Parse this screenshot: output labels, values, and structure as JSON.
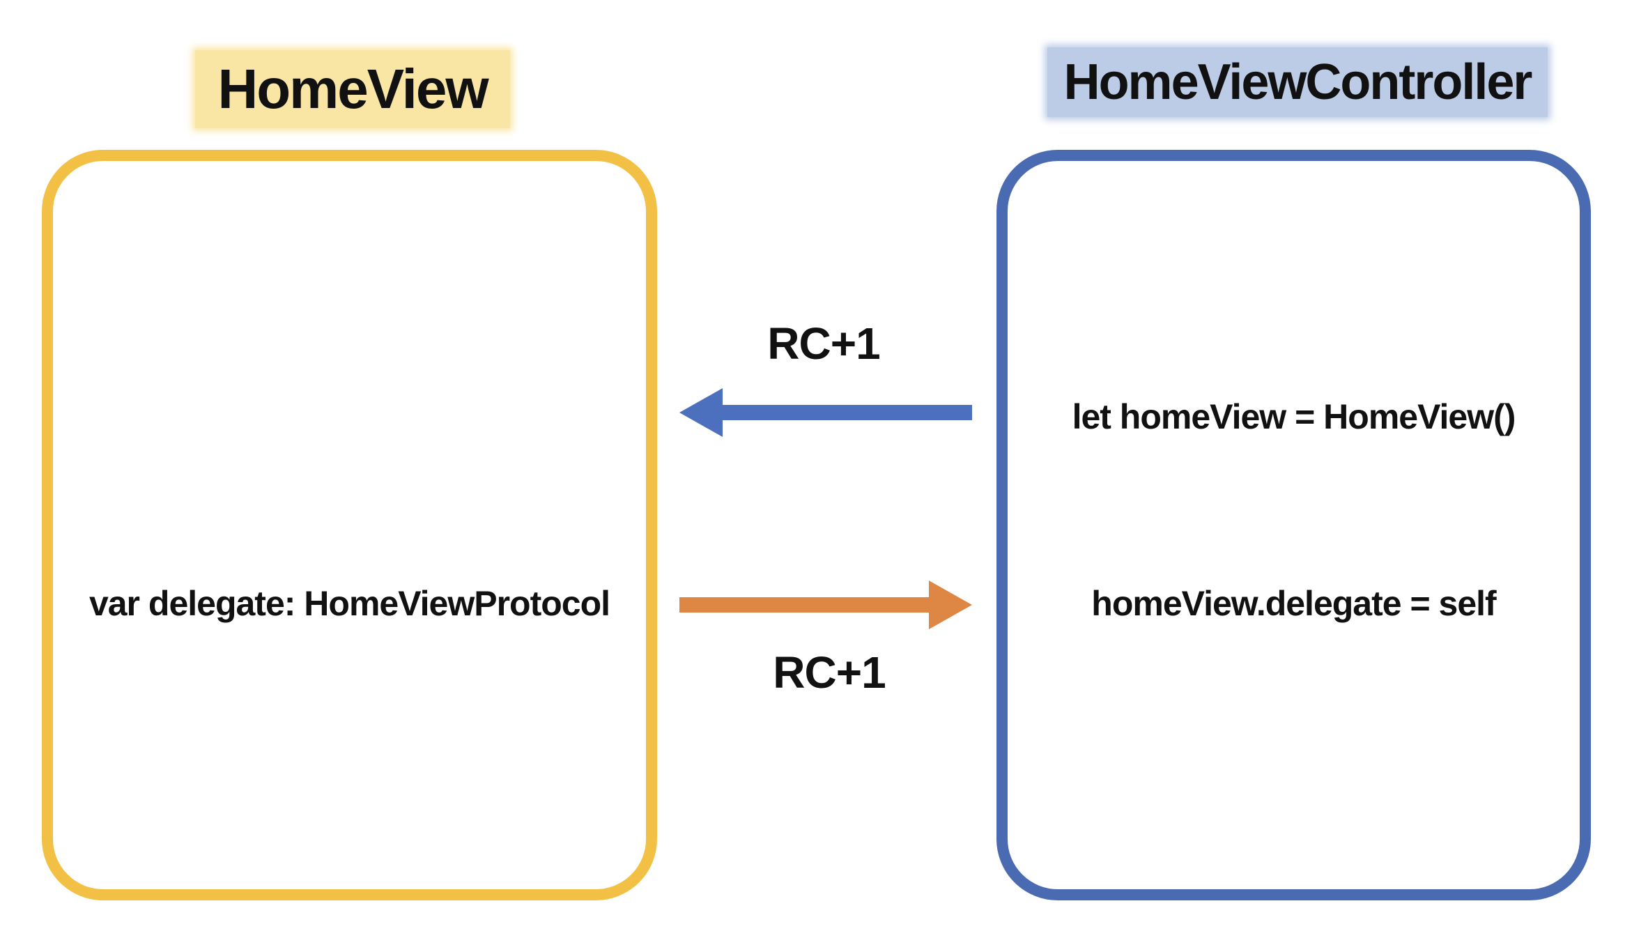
{
  "colors": {
    "left_border": "#F2C045",
    "left_highlight": "#F9E6A5",
    "right_border": "#4A6AB2",
    "right_highlight": "#BCCBE6",
    "arrow_blue": "#4C6FBE",
    "arrow_orange": "#DE8744",
    "text": "#111111"
  },
  "left_class": {
    "title": "HomeView",
    "member": "var delegate: HomeViewProtocol"
  },
  "right_class": {
    "title": "HomeViewController",
    "lines": [
      "let homeView = HomeView()",
      "homeView.delegate = self"
    ]
  },
  "arrows": {
    "blue": {
      "label": "RC+1",
      "direction": "left"
    },
    "orange": {
      "label": "RC+1",
      "direction": "right"
    }
  }
}
